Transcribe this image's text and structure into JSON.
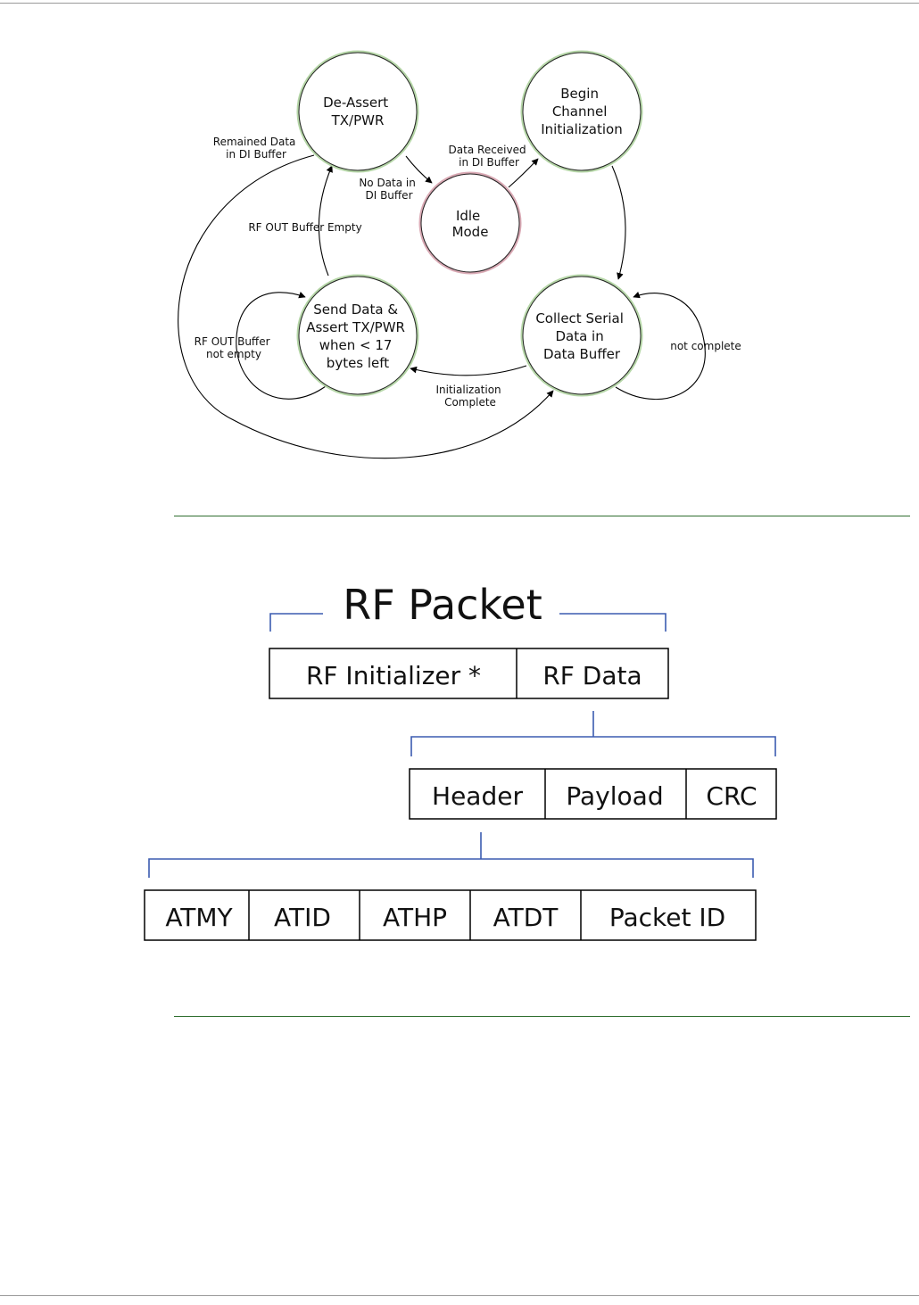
{
  "state_diagram": {
    "states": {
      "deassert": [
        "De-Assert",
        "TX/PWR"
      ],
      "begin": [
        "Begin",
        "Channel",
        "Initialization"
      ],
      "idle": [
        "Idle",
        "Mode"
      ],
      "send": [
        "Send Data &",
        "Assert TX/PWR",
        "when < 17",
        "bytes left"
      ],
      "collect": [
        "Collect Serial",
        "Data in",
        "Data Buffer"
      ]
    },
    "transitions": {
      "remained": [
        "Remained Data",
        "in DI Buffer"
      ],
      "data_received": [
        "Data Received",
        "in DI Buffer"
      ],
      "no_data": [
        "No Data in",
        "DI Buffer"
      ],
      "rf_out_empty": [
        "RF OUT Buffer Empty"
      ],
      "rf_out_not_empty": [
        "RF OUT Buffer",
        "not empty"
      ],
      "not_complete": [
        "not complete"
      ],
      "init_complete": [
        "Initialization",
        "Complete"
      ]
    },
    "colors": {
      "state_border": "#b5d6a7",
      "idle_border": "#d9a9b4",
      "edge": "#000000"
    }
  },
  "packet_diagram": {
    "title": "RF Packet",
    "level1": [
      "RF Initializer *",
      "RF Data"
    ],
    "level2": [
      "Header",
      "Payload",
      "CRC"
    ],
    "level3": [
      "ATMY",
      "ATID",
      "ATHP",
      "ATDT",
      "Packet ID"
    ],
    "colors": {
      "bracket": "#3b5bb0",
      "box_border": "#000000"
    }
  }
}
